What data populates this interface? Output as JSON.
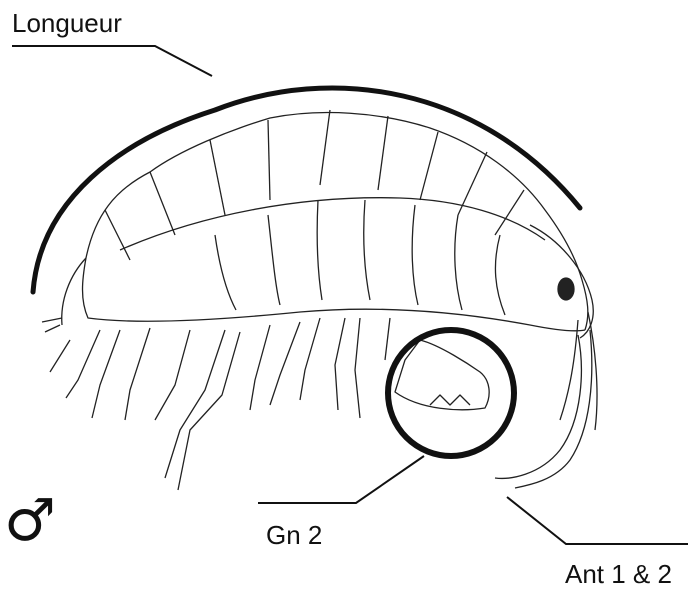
{
  "figure": {
    "labels": {
      "length": "Longueur",
      "gnathopod": "Gn 2",
      "antennae": "Ant 1 & 2"
    },
    "sex_symbol": "♂",
    "colors": {
      "ink": "#111111",
      "drawing_line": "#222222",
      "background": "#ffffff"
    }
  }
}
